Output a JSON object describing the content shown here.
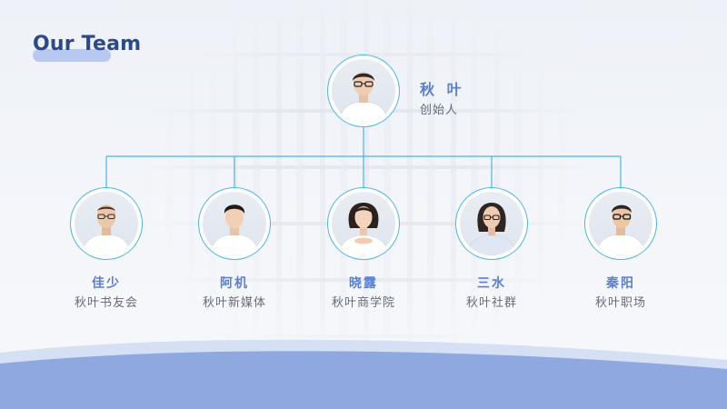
{
  "page": {
    "title": "Our Team"
  },
  "founder": {
    "name": "秋 叶",
    "role": "创始人"
  },
  "members": [
    {
      "name": "佳少",
      "role": "秋叶书友会"
    },
    {
      "name": "阿机",
      "role": "秋叶新媒体"
    },
    {
      "name": "晓露",
      "role": "秋叶商学院"
    },
    {
      "name": "三水",
      "role": "秋叶社群"
    },
    {
      "name": "秦阳",
      "role": "秋叶职场"
    }
  ],
  "colors": {
    "accent": "#5b7fd0",
    "title": "#2a4a8c",
    "connector": "#4db4e6",
    "wave": "#8fa8df"
  },
  "icons": {
    "avatar": "person-portrait-icon"
  }
}
